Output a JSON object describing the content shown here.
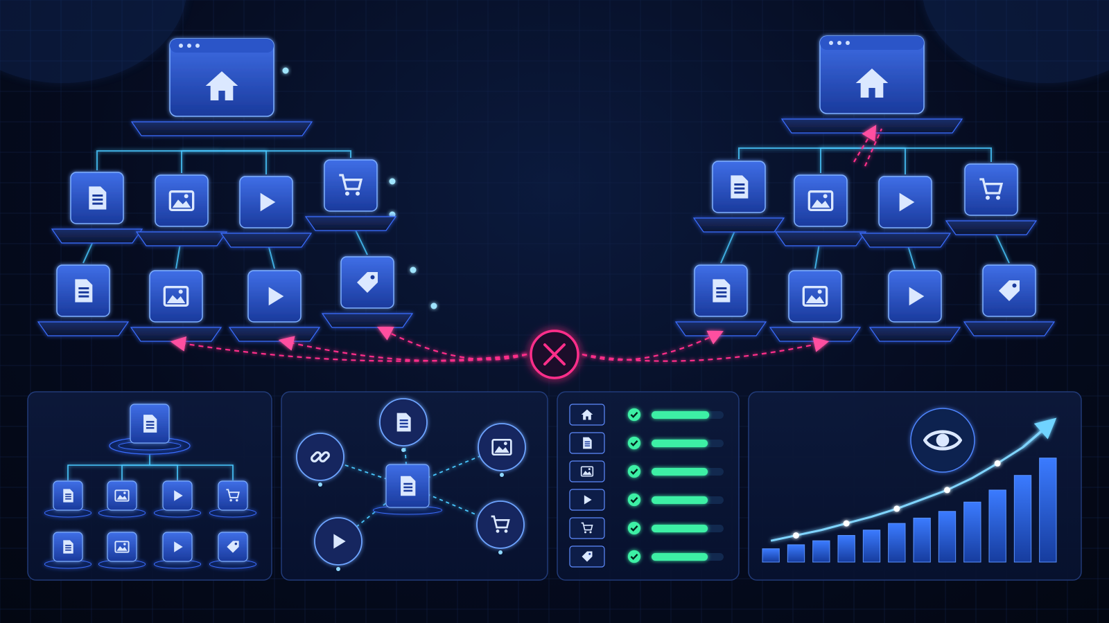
{
  "colors": {
    "background": "#050b1e",
    "grid": "#12234a",
    "accent_blue": "#2f6bff",
    "glow_cyan": "#49c8ff",
    "error_pink": "#ff2f8a",
    "success_green": "#3ef0a5",
    "chart_bar": "#2a63e0"
  },
  "diagram": {
    "nodes": [
      {
        "id": "old-home",
        "icon": "home-icon"
      },
      {
        "id": "old-page-1",
        "icon": "document-icon"
      },
      {
        "id": "old-page-2",
        "icon": "image-icon"
      },
      {
        "id": "old-page-3",
        "icon": "video-play-icon"
      },
      {
        "id": "old-page-4",
        "icon": "cart-icon"
      },
      {
        "id": "old-page-5",
        "icon": "document-icon"
      },
      {
        "id": "old-page-6",
        "icon": "image-icon"
      },
      {
        "id": "old-page-7",
        "icon": "video-play-icon"
      },
      {
        "id": "old-page-8",
        "icon": "tag-icon"
      },
      {
        "id": "new-home",
        "icon": "home-icon"
      },
      {
        "id": "new-page-1",
        "icon": "document-icon"
      },
      {
        "id": "new-page-2",
        "icon": "image-icon"
      },
      {
        "id": "new-page-3",
        "icon": "video-play-icon"
      },
      {
        "id": "new-page-4",
        "icon": "cart-icon"
      },
      {
        "id": "new-page-5",
        "icon": "document-icon"
      },
      {
        "id": "new-page-6",
        "icon": "image-icon"
      },
      {
        "id": "new-page-7",
        "icon": "video-play-icon"
      },
      {
        "id": "new-page-8",
        "icon": "tag-icon"
      }
    ],
    "broken_link_icon": "close-circle-icon"
  },
  "panels": {
    "hierarchy": {
      "icons": [
        "document-icon",
        "document-icon",
        "image-icon",
        "video-play-icon",
        "cart-icon",
        "document-icon",
        "image-icon",
        "video-play-icon",
        "tag-icon"
      ]
    },
    "linking": {
      "icons": [
        "document-icon",
        "link-icon",
        "image-icon",
        "video-play-icon",
        "cart-icon",
        "document-icon"
      ]
    },
    "checklist": {
      "rows": [
        {
          "icon": "home-icon",
          "progress": 0.8
        },
        {
          "icon": "document-icon",
          "progress": 0.78
        },
        {
          "icon": "image-icon",
          "progress": 0.78
        },
        {
          "icon": "video-play-icon",
          "progress": 0.78
        },
        {
          "icon": "cart-icon",
          "progress": 0.78
        },
        {
          "icon": "tag-icon",
          "progress": 0.78
        }
      ]
    },
    "growth": {
      "icon": "eye-icon"
    }
  },
  "chart_data": {
    "type": "bar",
    "values": [
      1,
      1.3,
      1.6,
      2.0,
      2.4,
      2.9,
      3.3,
      3.8,
      4.5,
      5.4,
      6.5,
      7.8
    ],
    "trend": [
      1.6,
      2.0,
      2.4,
      2.9,
      3.4,
      4.0,
      4.7,
      5.4,
      6.3,
      7.4,
      8.6,
      10.2
    ],
    "ylim": [
      0,
      11
    ],
    "grid": false
  }
}
